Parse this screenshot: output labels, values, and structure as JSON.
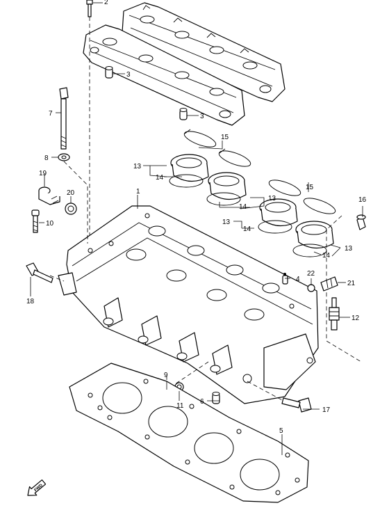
{
  "callouts": {
    "c1": "1",
    "c2": "2",
    "c3a": "3",
    "c3b": "3",
    "c4": "4",
    "c5": "5",
    "c6": "6",
    "c7": "7",
    "c8": "8",
    "c9": "9",
    "c10": "10",
    "c11": "11",
    "c12": "12",
    "c13a": "13",
    "c13b": "13",
    "c13c": "13",
    "c13d": "13",
    "c14a": "14",
    "c14b": "14",
    "c14c": "14",
    "c14d": "14",
    "c15a": "15",
    "c15b": "15",
    "c16": "16",
    "c17": "17",
    "c18": "18",
    "c19": "19",
    "c20": "20",
    "c21": "21",
    "c22": "22"
  },
  "fwd_label": "FWD",
  "colors": {
    "line": "#000000",
    "paper": "#ffffff"
  }
}
